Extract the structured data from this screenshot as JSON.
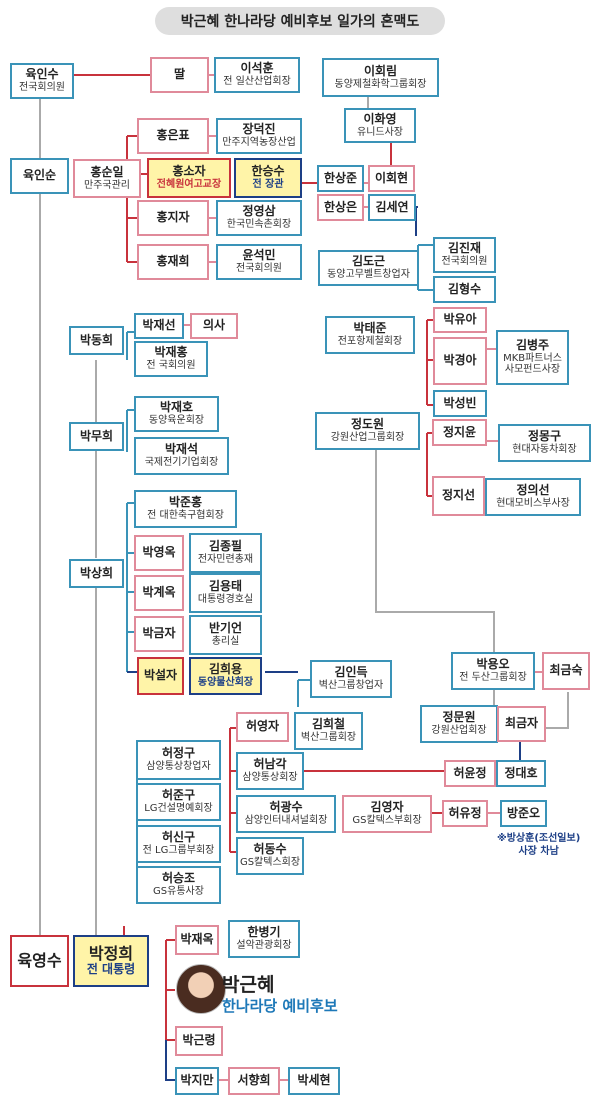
{
  "title": "박근혜 한나라당 예비후보 일가의 혼맥도",
  "people": {
    "yuk_insu": {
      "name": "육인수",
      "sub": "전국회의원"
    },
    "ttal": {
      "name": "딸"
    },
    "lee_seokhun": {
      "name": "이석훈",
      "sub": "전 일산산업회장"
    },
    "lee_hoerim": {
      "name": "이회림",
      "sub": "동양제철화학그룹회장"
    },
    "lee_hwayoung": {
      "name": "이화영",
      "sub": "유니드사장"
    },
    "yuk_insun": {
      "name": "육인순"
    },
    "hong_sunil": {
      "name": "홍순일",
      "sub": "만주국관리"
    },
    "hong_eunpyo": {
      "name": "홍은표"
    },
    "jang_deokjin": {
      "name": "장덕진",
      "sub": "만주지역농장산업"
    },
    "hong_soja": {
      "name": "홍소자",
      "sub": "전혜원여고교장"
    },
    "han_seungsu": {
      "name": "한승수",
      "sub": "전 장관"
    },
    "han_sangjun": {
      "name": "한상준"
    },
    "lee_hoehyeon": {
      "name": "이회현"
    },
    "han_sangeun": {
      "name": "한상은"
    },
    "kim_seyeon": {
      "name": "김세연"
    },
    "hong_jija": {
      "name": "홍지자"
    },
    "jeong_yeongsam": {
      "name": "정영삼",
      "sub": "한국민속촌회장"
    },
    "hong_jaehee": {
      "name": "홍재희"
    },
    "yoon_seokmin": {
      "name": "윤석민",
      "sub": "전국회의원"
    },
    "kim_dogeun": {
      "name": "김도근",
      "sub": "동양고무벨트창업자"
    },
    "kim_jinjae": {
      "name": "김진재",
      "sub": "전국회의원"
    },
    "kim_hyeongsu": {
      "name": "김형수"
    },
    "park_donghee": {
      "name": "박동희"
    },
    "park_jaeseon": {
      "name": "박재선"
    },
    "uisa": {
      "name": "의사"
    },
    "park_jaehong": {
      "name": "박재홍",
      "sub": "전 국회의원"
    },
    "park_taejun": {
      "name": "박태준",
      "sub": "전포항제철회장"
    },
    "park_yua": {
      "name": "박유아"
    },
    "park_gyeonga": {
      "name": "박경아"
    },
    "kim_byeongju": {
      "name": "김병주",
      "sub": "MKB파트너스 사모펀드사장"
    },
    "park_seongbin": {
      "name": "박성빈"
    },
    "park_muhee": {
      "name": "박무희"
    },
    "park_jaeho": {
      "name": "박재호",
      "sub": "동양육운회장"
    },
    "park_jaeseok": {
      "name": "박재석",
      "sub": "국제전기기업회장"
    },
    "jeong_dowon": {
      "name": "정도원",
      "sub": "강원산업그룹회장"
    },
    "jeong_jiyun": {
      "name": "정지윤"
    },
    "jeong_monggu": {
      "name": "정몽구",
      "sub": "현대자동차회장"
    },
    "jeong_jiseon": {
      "name": "정지선"
    },
    "jeong_uiseon": {
      "name": "정의선",
      "sub": "현대모비스부사장"
    },
    "park_sanghee": {
      "name": "박상희"
    },
    "park_junhong": {
      "name": "박준홍",
      "sub": "전 대한축구협회장"
    },
    "park_yeongok": {
      "name": "박영옥"
    },
    "kim_jongpil": {
      "name": "김종필",
      "sub": "전자민련총재"
    },
    "park_gyeok": {
      "name": "박계옥"
    },
    "kim_yongtae": {
      "name": "김용태",
      "sub": "대통령경호실"
    },
    "park_geumja": {
      "name": "박금자"
    },
    "ban_gieon": {
      "name": "반기언",
      "sub": "총리실"
    },
    "park_seolja": {
      "name": "박설자"
    },
    "kim_hoeyong": {
      "name": "김희용",
      "sub": "동양물산회장"
    },
    "kim_indeuk": {
      "name": "김인득",
      "sub": "벽산그룹창업자"
    },
    "park_yongo": {
      "name": "박용오",
      "sub": "전 두산그룹회장"
    },
    "choi_geumsuk": {
      "name": "최금숙"
    },
    "jeong_munwon": {
      "name": "정문원",
      "sub": "강원산업회장"
    },
    "choi_geumja": {
      "name": "최금자"
    },
    "jeong_daeho": {
      "name": "정대호"
    },
    "heo_yeongja": {
      "name": "허영자"
    },
    "kim_hoecheol": {
      "name": "김희철",
      "sub": "벽산그룹회장"
    },
    "heo_jeonggu": {
      "name": "허정구",
      "sub": "삼양통상창업자"
    },
    "heo_namgak": {
      "name": "허남각",
      "sub": "삼양통상회장"
    },
    "heo_yunjeong": {
      "name": "허윤정"
    },
    "heo_jungu": {
      "name": "허준구",
      "sub": "LG건설명예회장"
    },
    "heo_gwangsu": {
      "name": "허광수",
      "sub": "삼양인터내셔널회장"
    },
    "kim_yeongja": {
      "name": "김영자",
      "sub": "GS칼텍스부회장"
    },
    "heo_yujeong": {
      "name": "허유정"
    },
    "bang_junho": {
      "name": "방준오"
    },
    "heo_singu": {
      "name": "허신구",
      "sub": "전 LG그룹부회장"
    },
    "heo_dongsu": {
      "name": "허동수",
      "sub": "GS칼텍스회장"
    },
    "heo_seungjo": {
      "name": "허승조",
      "sub": "GS유통사장"
    },
    "yuk_yeongsu": {
      "name": "육영수"
    },
    "park_chunghee": {
      "name": "박정희",
      "sub": "전 대통령"
    },
    "park_jaeok": {
      "name": "박재옥"
    },
    "han_byeonggi": {
      "name": "한병기",
      "sub": "설악관광회장"
    },
    "park_geunhye": {
      "name": "박근혜",
      "sub": "한나라당 예비후보"
    },
    "park_geunryeong": {
      "name": "박근령"
    },
    "park_jiman": {
      "name": "박지만"
    },
    "seo_hyanghee": {
      "name": "서향희"
    },
    "park_sehyeon": {
      "name": "박세현"
    }
  },
  "note": {
    "line1": "※방상훈(조선일보)",
    "line2": "사장 차남"
  },
  "colors": {
    "blood": "#3a93b8",
    "spouse": "#e08a9a",
    "highlight_red": "#c8323c",
    "highlight_navy": "#1d3f86",
    "lines": "#aaaaaa"
  }
}
